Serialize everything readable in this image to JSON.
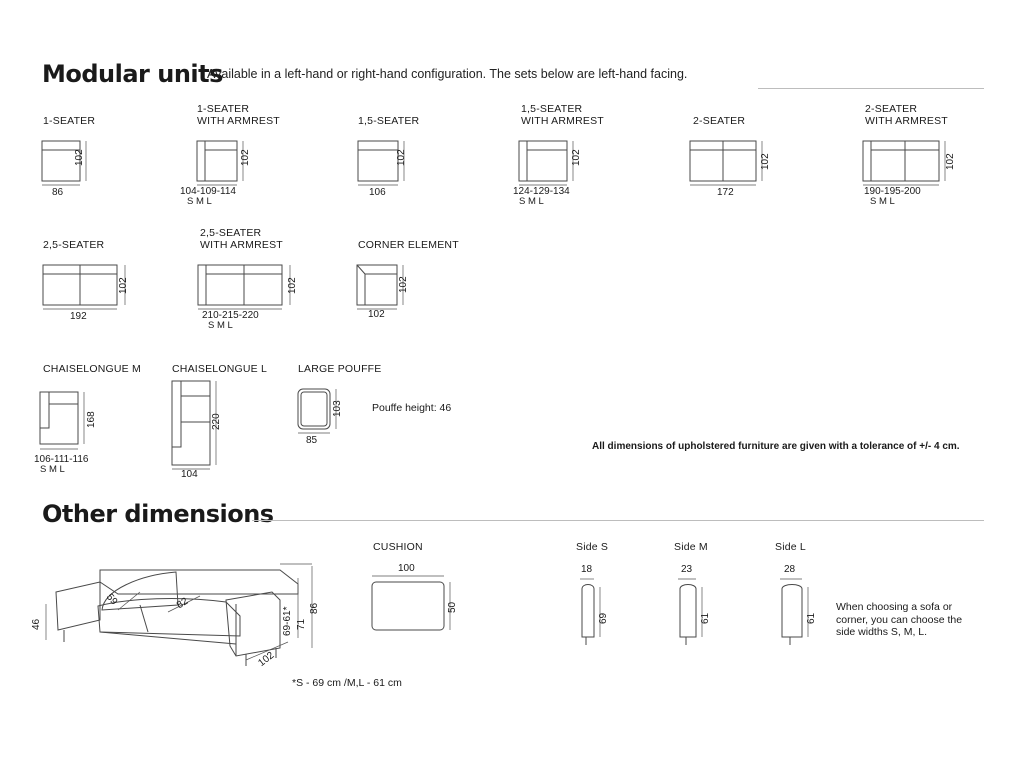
{
  "headers": {
    "modular_title": "Modular units",
    "modular_subtitle": "Available in a left-hand or right-hand configuration. The sets below are left-hand facing.",
    "other_title": "Other dimensions"
  },
  "units": [
    {
      "label": [
        "1-SEATER"
      ],
      "height": "102",
      "width": "86",
      "sizes": ""
    },
    {
      "label": [
        "1-SEATER",
        "WITH ARMREST"
      ],
      "height": "102",
      "width": "104-109-114",
      "sizes": "S    M    L"
    },
    {
      "label": [
        "1,5-SEATER"
      ],
      "height": "102",
      "width": "106",
      "sizes": ""
    },
    {
      "label": [
        "1,5-SEATER",
        "WITH ARMREST"
      ],
      "height": "102",
      "width": "124-129-134",
      "sizes": "S    M    L"
    },
    {
      "label": [
        "2-SEATER"
      ],
      "height": "102",
      "width": "172",
      "sizes": ""
    },
    {
      "label": [
        "2-SEATER",
        "WITH ARMREST"
      ],
      "height": "102",
      "width": "190-195-200",
      "sizes": "S    M    L"
    },
    {
      "label": [
        "2,5-SEATER"
      ],
      "height": "102",
      "width": "192",
      "sizes": ""
    },
    {
      "label": [
        "2,5-SEATER",
        "WITH ARMREST"
      ],
      "height": "102",
      "width": "210-215-220",
      "sizes": "S    M    L"
    },
    {
      "label": [
        "CORNER ELEMENT"
      ],
      "height": "102",
      "width": "102",
      "sizes": ""
    },
    {
      "label": [
        "CHAISELONGUE M"
      ],
      "height": "168",
      "width": "106-111-116",
      "sizes": "S    M    L"
    },
    {
      "label": [
        "CHAISELONGUE L"
      ],
      "height": "220",
      "width": "104",
      "sizes": ""
    },
    {
      "label": [
        "LARGE POUFFE"
      ],
      "height": "103",
      "width": "85",
      "sizes": ""
    }
  ],
  "pouffe_height": "Pouffe height: 46",
  "tolerance": "All dimensions of upholstered furniture are given with a tolerance of +/- 4 cm.",
  "sofa": {
    "seat_height": "46",
    "back_depth": "59",
    "seat_depth": "82",
    "depth": "102",
    "arm_height": "69-61*",
    "height_71": "71",
    "height_86": "86",
    "footnote": "*S - 69 cm /M,L - 61 cm"
  },
  "cushion": {
    "label": "CUSHION",
    "width": "100",
    "height": "50"
  },
  "sides": [
    {
      "label": "Side S",
      "width": "18",
      "height": "69"
    },
    {
      "label": "Side M",
      "width": "23",
      "height": "61"
    },
    {
      "label": "Side L",
      "width": "28",
      "height": "61"
    }
  ],
  "side_note": [
    "When choosing a sofa or",
    "corner, you can choose the",
    "side widths S, M, L."
  ]
}
